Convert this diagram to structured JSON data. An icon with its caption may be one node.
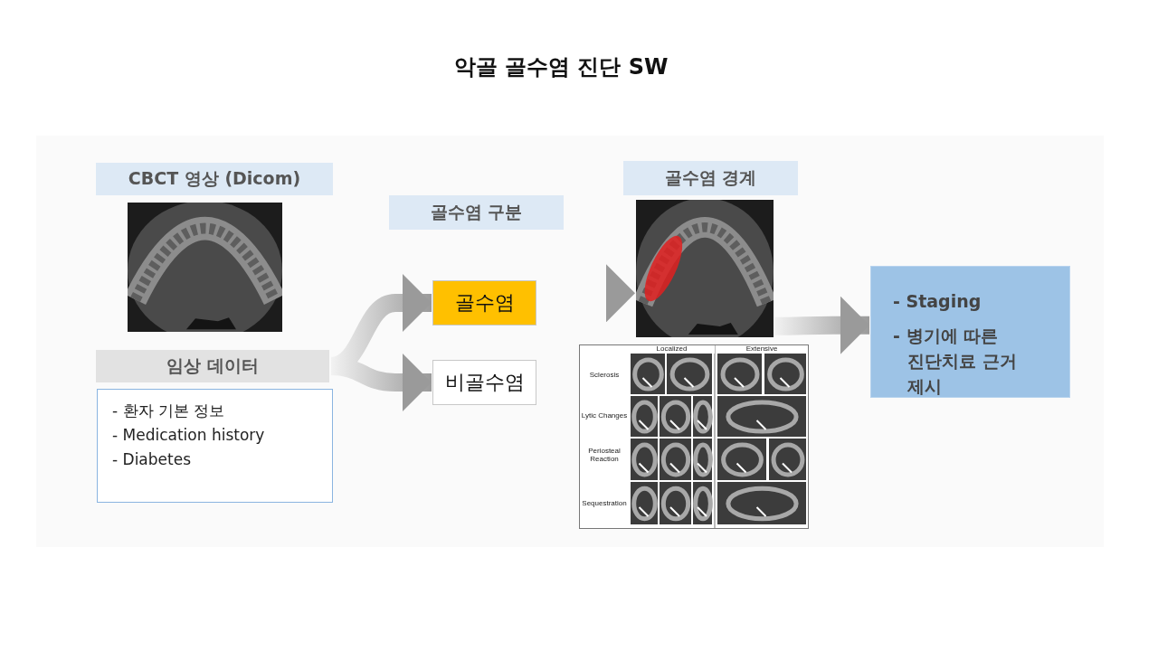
{
  "diagram": {
    "title": "악골 골수염 진단 SW",
    "nodes": [
      {
        "text": [
          "CBCT 영상 (Dicom)"
        ]
      },
      {
        "text": [],
        "shape": "picture"
      },
      {
        "text": [
          "임상 데이터"
        ]
      },
      {
        "text": [
          "- 환자 기본 정보",
          "- Medication history",
          "- Diabetes"
        ]
      },
      {
        "text": [
          "골수염 구분"
        ]
      },
      {
        "text": [
          "골수염"
        ]
      },
      {
        "text": [
          "비골수염"
        ]
      },
      {
        "text": [
          "골수염 경계"
        ]
      },
      {
        "text": [],
        "shape": "picture"
      },
      {
        "text": [],
        "shape": "picture"
      },
      {
        "text": [
          "- Staging",
          "- 병기에 따른 진단치료 근거 제시"
        ]
      }
    ],
    "edges": [
      {
        "from": 2,
        "to": 5,
        "arrow": "to"
      },
      {
        "from": 2,
        "to": 6,
        "arrow": "to"
      },
      {
        "from": 5,
        "to": 8,
        "arrow": "to"
      },
      {
        "from": 8,
        "to": 10,
        "arrow": "to"
      }
    ],
    "labels": [
      "Localized",
      "Extensive",
      "Sclerosis",
      "Lytic Changes",
      "Periosteal Reaction",
      "Sequestration"
    ]
  }
}
